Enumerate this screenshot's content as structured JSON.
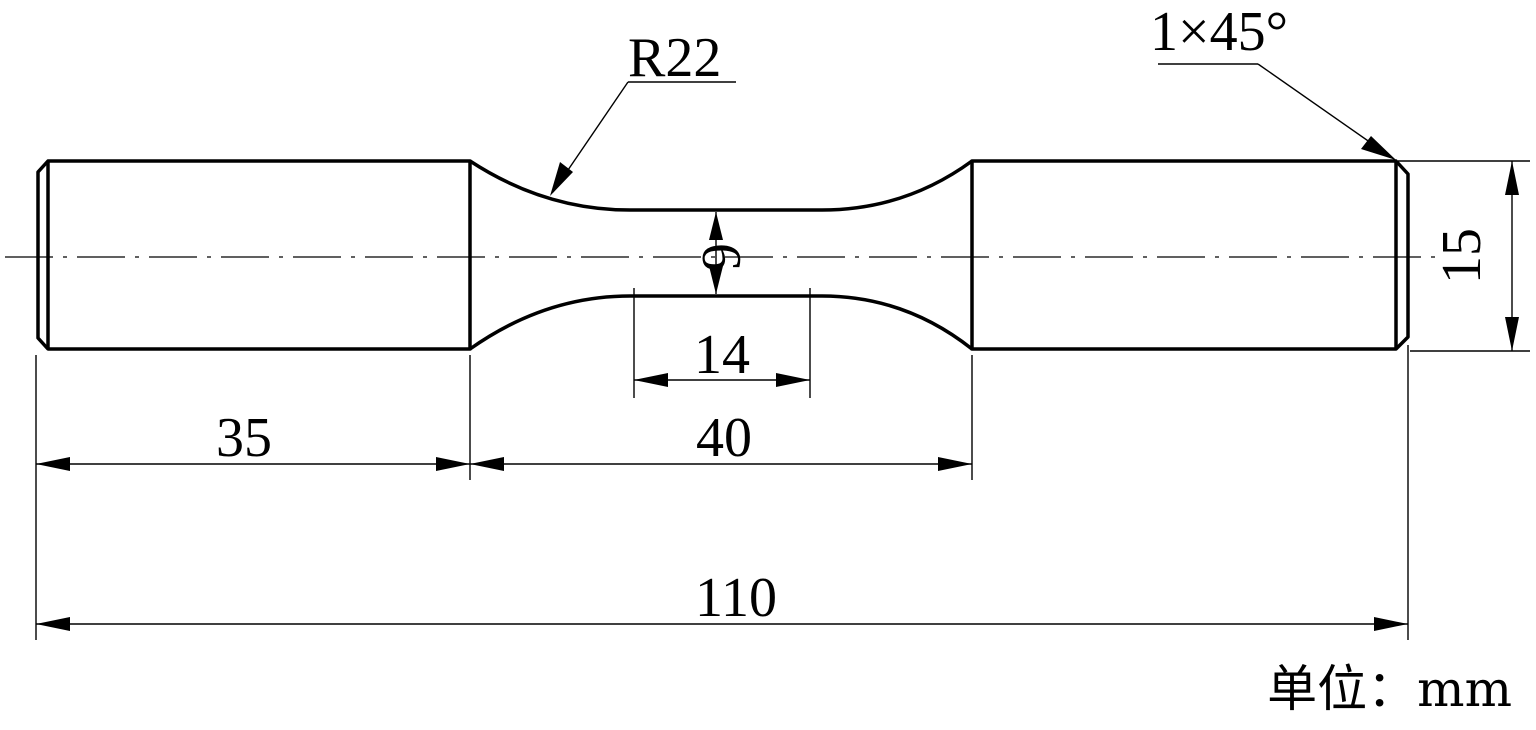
{
  "drawing": {
    "dimensions": {
      "radius": "R22",
      "chamfer": "1×45°",
      "neck_diameter": "6",
      "gauge_length": "14",
      "grip_length": "35",
      "reduced_section_length": "40",
      "total_length": "110",
      "grip_diameter": "15"
    },
    "unit_label": "单位：mm",
    "colors": {
      "line": "#000000",
      "background": "#ffffff"
    }
  }
}
